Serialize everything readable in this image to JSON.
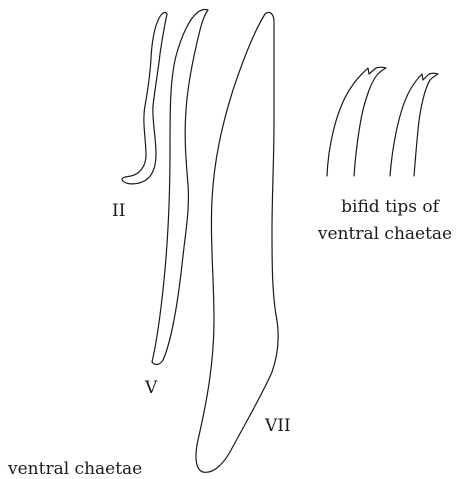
{
  "figure": {
    "labels": {
      "chaeta_II": "II",
      "chaeta_V": "V",
      "chaeta_VII": "VII",
      "tips_line1": "bifid tips of",
      "tips_line2": "ventral chaetae",
      "caption": "ventral chaetae"
    },
    "colors": {
      "ink": "#1a1a1a",
      "background": "#ffffff"
    }
  }
}
